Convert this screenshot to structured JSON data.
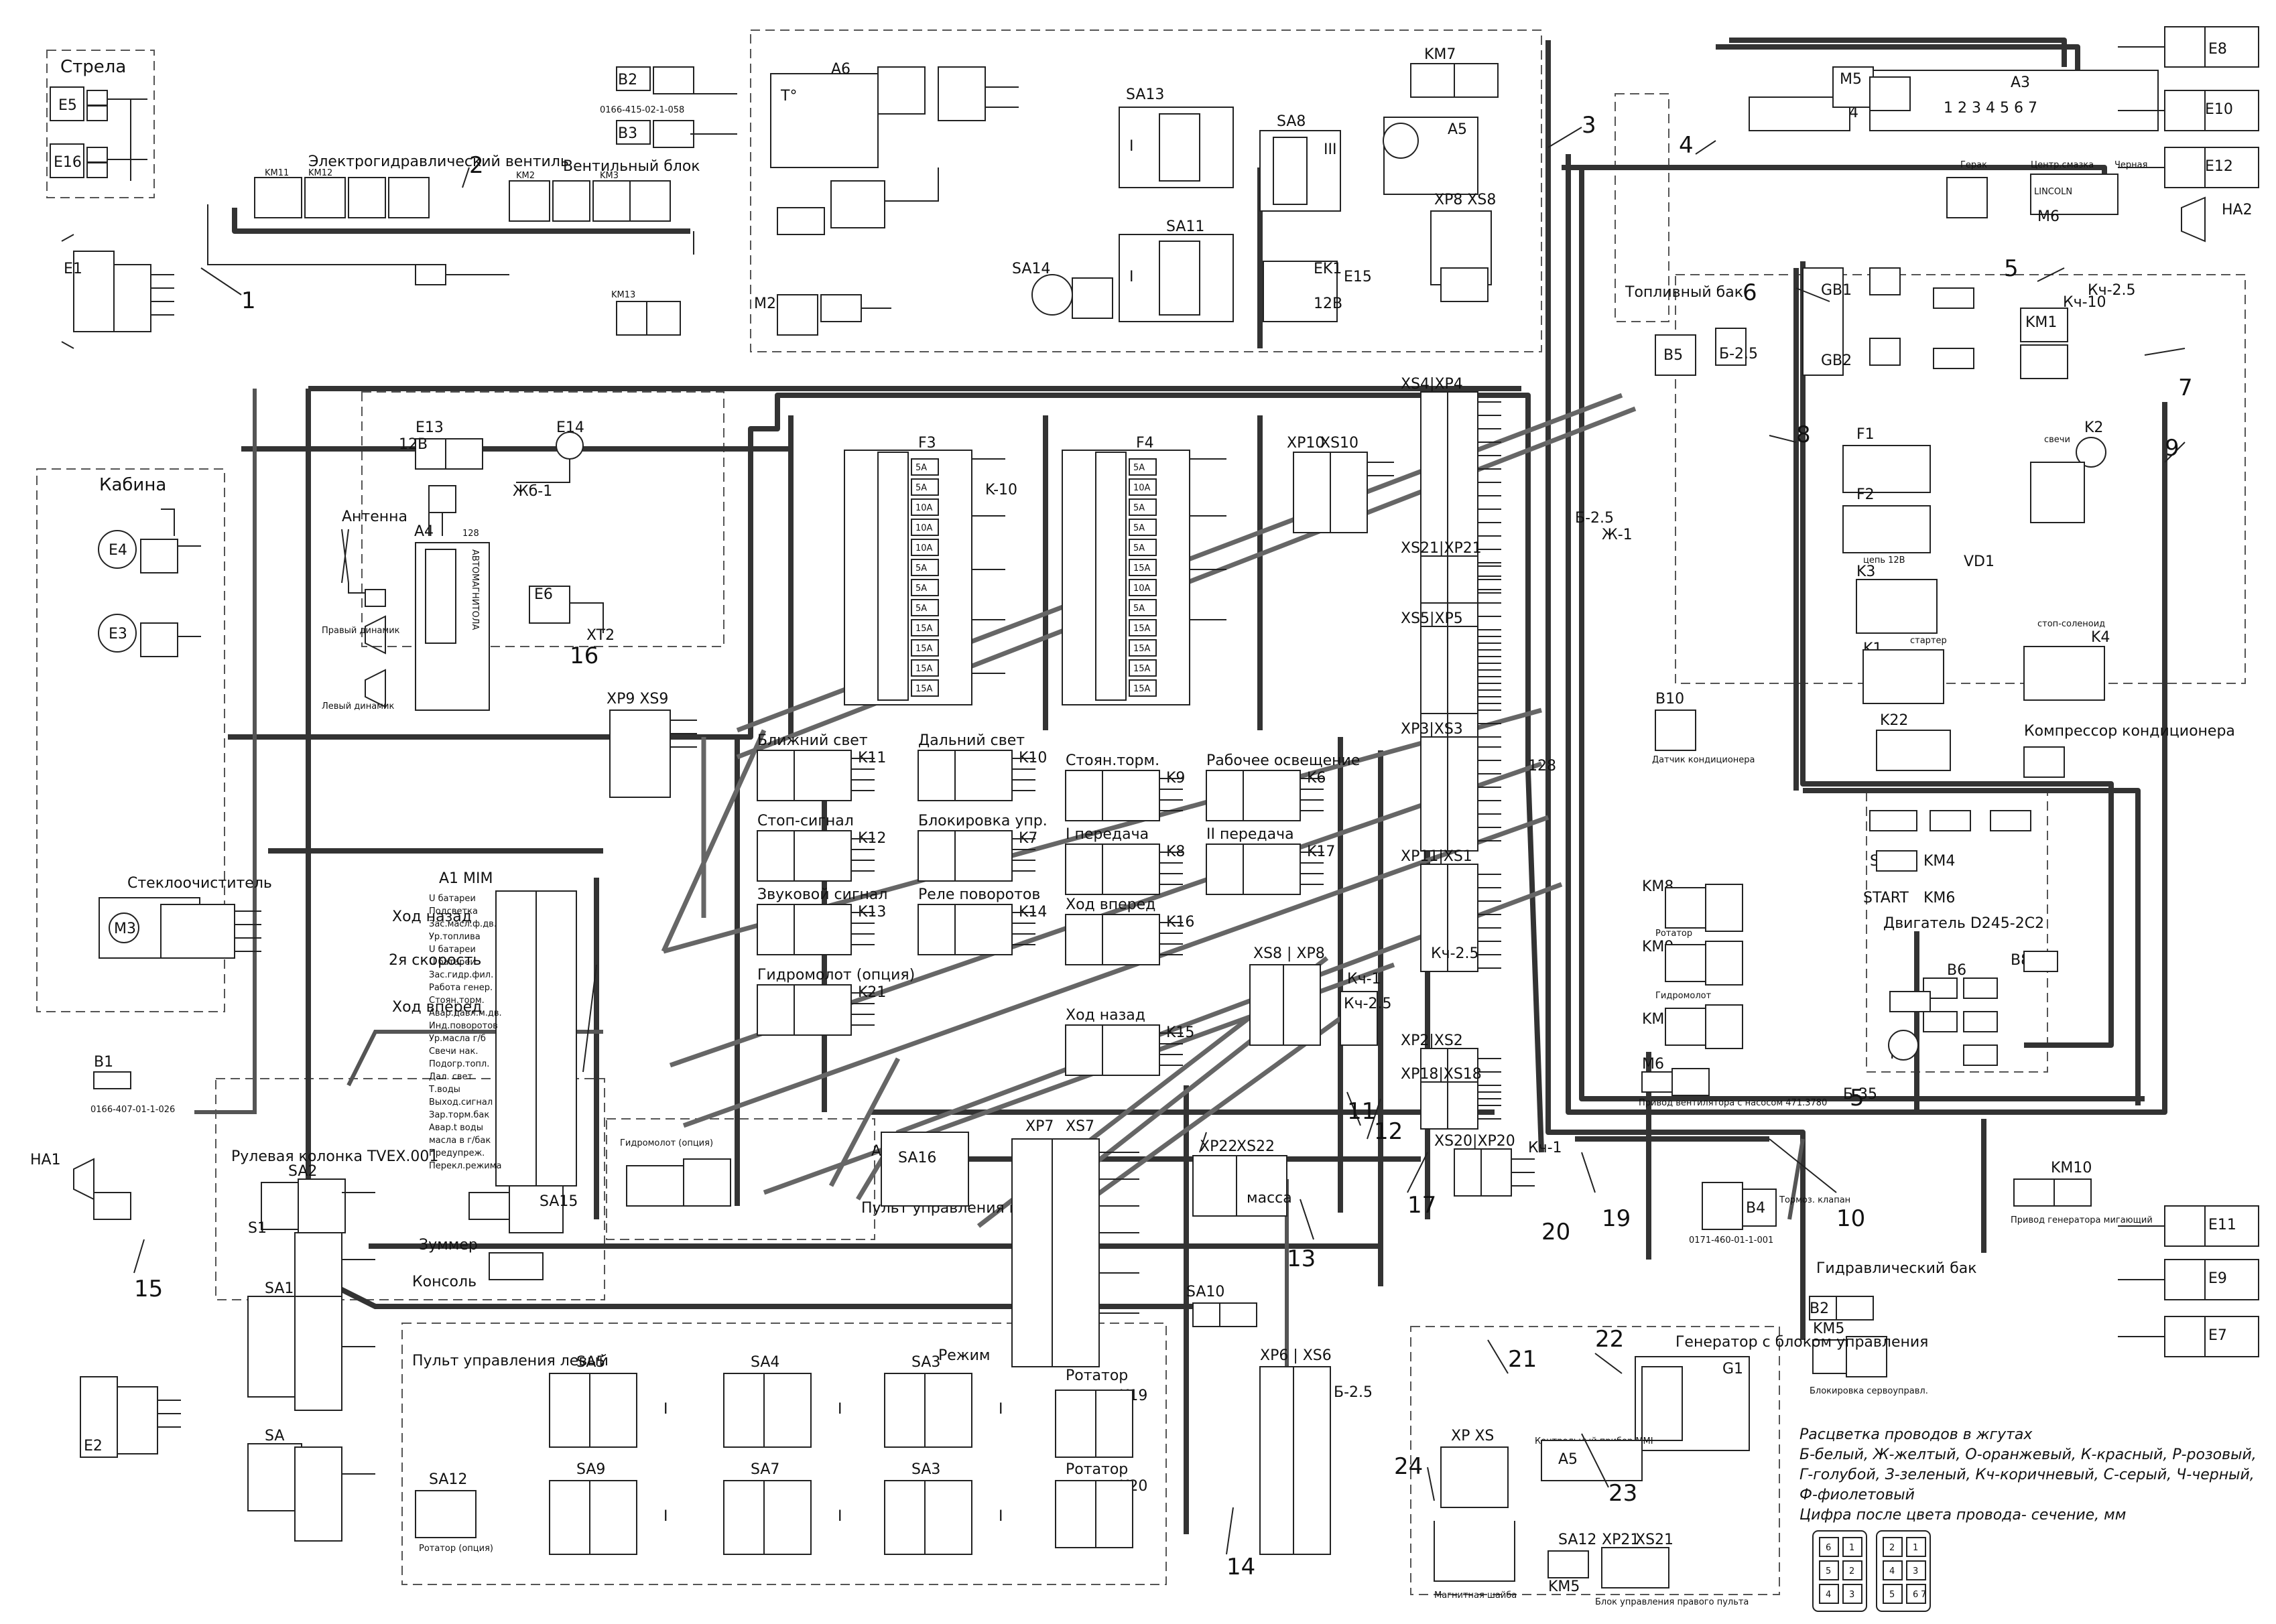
{
  "sections": {
    "boom": "Стрела",
    "cabin": "Кабина",
    "steering": "Рулевая колонка TVEX.001",
    "console": "Консоль",
    "left_panel": "Пульт управления левый",
    "right_panel": "Пульт управления правый",
    "fuel_tank": "Топливный бак",
    "hydraulic_tank": "Гидравлический бак",
    "magnetic_washer": "Магнитная шайба",
    "generator": "Генератор с блоком управления",
    "engine": "Двигатель D245-2C2",
    "compressor": "Компрессор кондиционера",
    "wiper": "Стеклоочиститель",
    "radio": "АВТОМАГНИТОЛА",
    "antenna": "Антенна",
    "electrohydraulic_valve": "Электрогидравлический вентиль",
    "valve_block": "Вентильный блок",
    "control_device": "Контрольный прибор MMI",
    "right_panel_block": "Блок управления правого пульта",
    "ac_sensor": "Датчик кондиционера",
    "brake_valve": "Тормоз. клапан",
    "fan_drive": "Привод вентилятора с насосом 471.3780",
    "gen_drive": "Привод генератора мигающий",
    "servo_lock": "Блокировка сервоуправл."
  },
  "part_numbers": [
    "0166-415-02-1-058",
    "0166-407-01-1-026",
    "0171-460-01-1-001"
  ],
  "components": {
    "top": [
      "A6",
      "A3",
      "M4",
      "M5",
      "M6",
      "KM7",
      "A5",
      "SA13",
      "SA8",
      "SA11",
      "SA14",
      "EK1",
      "E15",
      "M2",
      "KM11",
      "KM12",
      "KM2",
      "KM3",
      "KM13",
      "B2",
      "B3"
    ],
    "left": [
      "E5",
      "E16",
      "E1",
      "E4",
      "E3",
      "E13",
      "E14",
      "E6",
      "M3",
      "B1",
      "HA1",
      "A4",
      "A1"
    ],
    "center": [
      "F3",
      "F4",
      "K11",
      "K10",
      "K12",
      "K7",
      "K13",
      "K14",
      "K21",
      "K9",
      "K6",
      "K8",
      "K17",
      "K16",
      "K15",
      "A2",
      "SA16"
    ],
    "bottom": [
      "SA2",
      "S1",
      "SA1",
      "SA",
      "E2",
      "SA5",
      "SA4",
      "SA3",
      "SA9",
      "SA7",
      "SA12",
      "SA10",
      "K19",
      "K20",
      "SA15",
      "KM5"
    ],
    "right": [
      "GB1",
      "GB2",
      "KM1",
      "F1",
      "F2",
      "K2",
      "K3",
      "K1",
      "K4",
      "K22",
      "KM8",
      "KM9",
      "KM10",
      "KM4",
      "KM6",
      "B5",
      "B10",
      "B4",
      "B6",
      "B8",
      "G1",
      "HA2",
      "E7",
      "E8",
      "E9",
      "E10",
      "E11",
      "E12",
      "VD1",
      "M1"
    ]
  },
  "connectors": [
    "XP10|XS10",
    "XS4|XP4",
    "XS21|XP21",
    "XS5|XP5",
    "XP3|XS3",
    "XP11|XS1",
    "XS8|XP8",
    "XP2|XS2",
    "XP18|XS18",
    "XS20|XP20",
    "XP7",
    "XS7",
    "XP22",
    "XS22",
    "XP9",
    "XS9",
    "XP6|XS6",
    "XP",
    "XS",
    "XP21",
    "XS21",
    "XP8",
    "XS8"
  ],
  "relays": {
    "K11": "Ближний свет",
    "K10": "Дальний свет",
    "K12": "Стоп-сигнал",
    "K7": "Блокировка упр.",
    "K13": "Звуковой сигнал",
    "K14": "Реле поворотов",
    "K21": "Гидромолот (опция)",
    "K9": "Стоян.торм.",
    "K6": "Рабочее освещение",
    "K8": "I передача",
    "K17": "II передача",
    "K16": "Ход вперед",
    "K15": "Ход назад",
    "K19": "Ротатор",
    "K20": "Ротатор"
  },
  "fuse_boxes": {
    "F3": [
      "5A",
      "5A",
      "10A",
      "10A",
      "10A",
      "5A",
      "5A",
      "5A",
      "15A",
      "15A",
      "15A",
      "15A"
    ],
    "F4": [
      "5A",
      "10A",
      "5A",
      "5A",
      "5A",
      "15A",
      "10A",
      "5A",
      "15A",
      "15A",
      "15A",
      "15A"
    ]
  },
  "mim_labels": [
    "U батареи",
    "Подсветка",
    "Зас.масл.ф.дв.",
    "Ур.топлива",
    "U батареи",
    "U батареи",
    "Зас.гидр.фил.",
    "Работа генер.",
    "Стоян.торм.",
    "Авар.давл.м.дв.",
    "Инд.поворотов",
    "Ур.масла г/б",
    "Свечи нак.",
    "Подогр.топл.",
    "Дал. свет",
    "Т.воды",
    "Выход.сигнал",
    "Зар.торм.бак",
    "Авар.t воды",
    "масла в г/бак",
    "Предупреж.",
    "Перекл.режима"
  ],
  "labels": {
    "mim": "A1 MIM",
    "sound": "Зуммер",
    "hammer_option": "Гидромолот (опция)",
    "rotator_option": "Ротатор (опция)",
    "forward_travel": "Ход вперед",
    "reverse_travel": "Ход назад",
    "speed2": "2я скорость",
    "left_speaker": "Левый динамик",
    "right_speaker": "Правый динамик",
    "stop": "STOP",
    "start": "START",
    "glow_plug": "свечи",
    "starter": "стартер",
    "stop_solenoid": "стоп-соленоид",
    "circuit_12v": "цепь 12В",
    "v12": "12В",
    "v128": "128",
    "hammer": "Гидромолот",
    "rotator": "Ротатор",
    "gerab": "Герак",
    "black": "Черная",
    "mass": "масса",
    "mode": "Режим",
    "lincoln": "LINCOLN",
    "central_lub": "Центр.смазка",
    "kch_25": "Кч-2.5",
    "kch_10": "Кч-10",
    "kch_1": "Кч-1",
    "b_25": "Б-2.5",
    "b_35": "Б-35",
    "zh_1": "Ж-1",
    "k_10": "К-10",
    "zhb_1": "Жб-1"
  },
  "callouts": [
    "1",
    "2",
    "3",
    "4",
    "5",
    "5",
    "6",
    "7",
    "8",
    "9",
    "10",
    "11",
    "12",
    "13",
    "14",
    "15",
    "16",
    "17",
    "19",
    "20",
    "21",
    "22",
    "23",
    "24"
  ],
  "legend": {
    "line1": "Расцветка проводов в жгутах",
    "line2": "Б-белый, Ж-желтый, О-оранжевый, К-красный, Р-розовый,",
    "line3": "Г-голубой, З-зеленый, Кч-коричневый, С-серый, Ч-черный,",
    "line4": "Ф-фиолетовый",
    "line5": "Цифра после цвета провода- сечение, мм",
    "pins_a": [
      "6",
      "1",
      "5",
      "2",
      "4",
      "3"
    ],
    "pins_b": [
      "2",
      "1",
      "4",
      "3",
      "5",
      "6",
      "7"
    ]
  }
}
